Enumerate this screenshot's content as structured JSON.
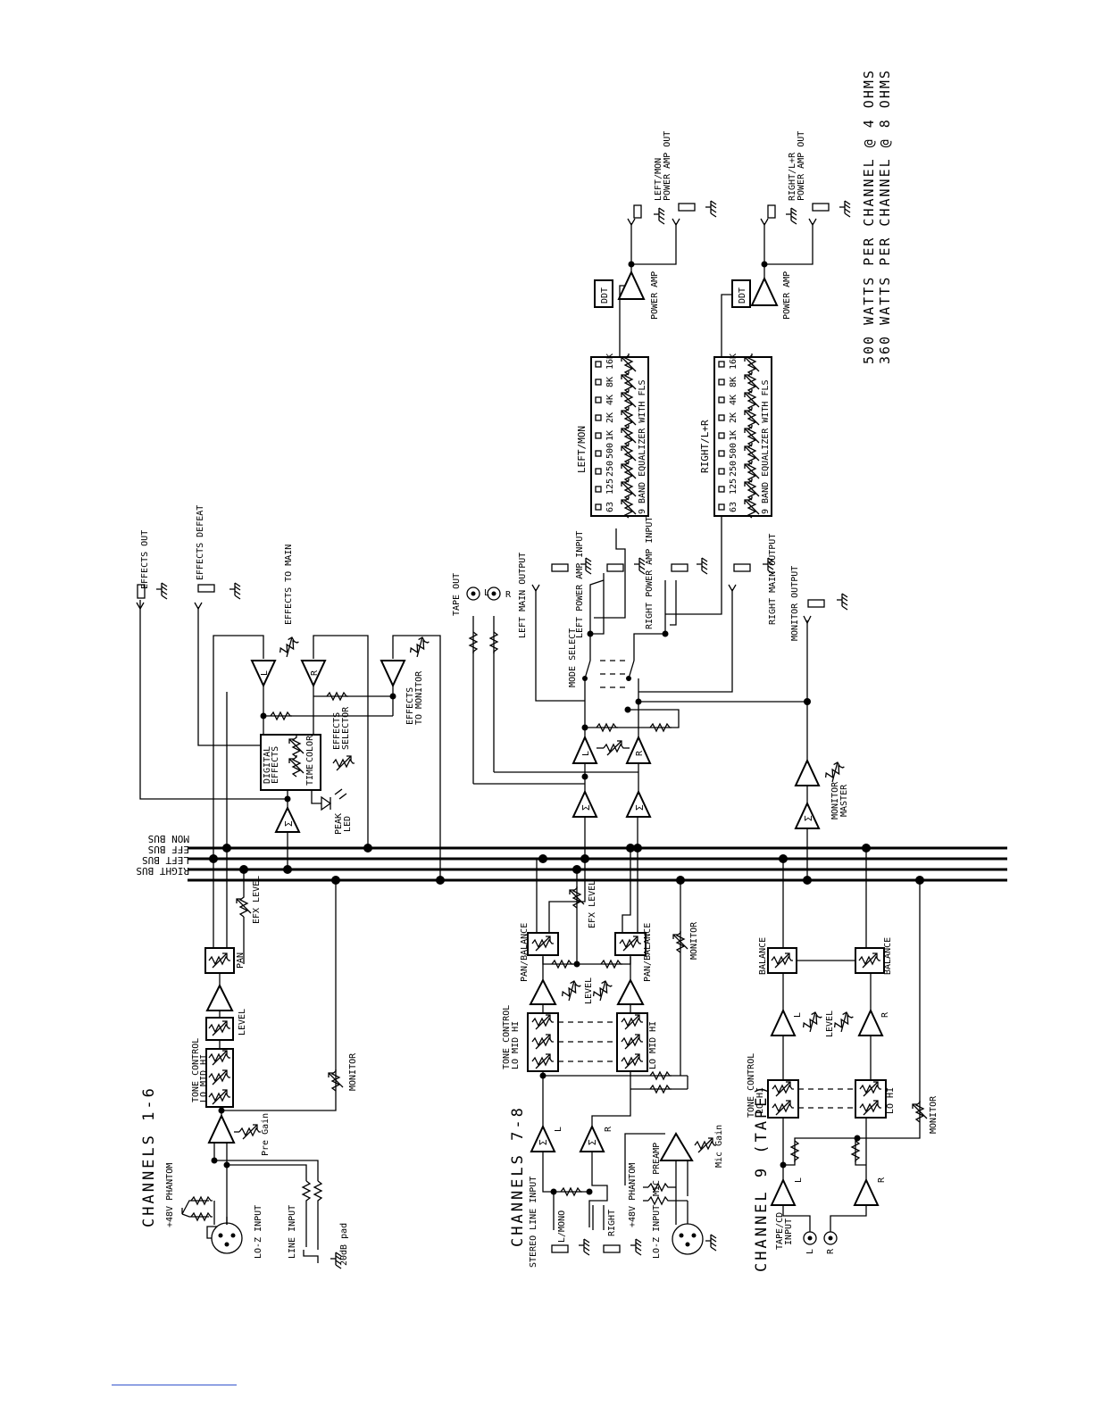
{
  "buses": [
    "RIGHT BUS",
    "LEFT BUS",
    "EFF BUS",
    "MON BUS"
  ],
  "sections": {
    "ch1_6": "CHANNELS 1-6",
    "ch7_8": "CHANNELS 7-8",
    "ch9": "CHANNEL 9 (TAPE)"
  },
  "ch1_6_labels": {
    "phantom": "+48V PHANTOM",
    "lo_z": "LO-Z INPUT",
    "line_input": "LINE INPUT",
    "pad": "20dB pad",
    "pre_gain": "Pre Gain",
    "tone_control": "TONE CONTROL",
    "tone_bands": "LO  MID  HI",
    "level": "LEVEL",
    "pan": "PAN",
    "monitor": "MONITOR",
    "efx_level": "EFX LEVEL"
  },
  "ch7_8_labels": {
    "stereo_line_input": "STEREO LINE INPUT",
    "l_mono": "L/MONO",
    "right": "RIGHT",
    "phantom": "+48V PHANTOM",
    "lo_z": "LO-Z INPUT",
    "mic_preamp": "MIC PREAMP",
    "mic_gain": "Mic Gain",
    "tone_control": "TONE CONTROL",
    "tone_bands_left": "LO  MID  HI",
    "tone_bands_right": "LO  MID  HI",
    "level": "LEVEL",
    "pan_balance_l": "PAN/BALANCE",
    "pan_balance_r": "PAN/BALANCE",
    "monitor": "MONITOR",
    "efx_level": "EFX LEVEL"
  },
  "ch9_labels": {
    "tape_cd": "TAPE/CD",
    "input": "INPUT",
    "l": "L",
    "r": "R",
    "tone_control": "TONE CONTROL",
    "tone_bands_left": "LO  HI",
    "tone_bands_right": "LO  HI",
    "level": "LEVEL",
    "balance_l": "BALANCE",
    "balance_r": "BALANCE",
    "monitor": "MONITOR"
  },
  "effects_labels": {
    "effects_out": "EFFECTS OUT",
    "effects_defeat": "EFFECTS DEFEAT",
    "effects_to_main": "EFFECTS TO MAIN",
    "effects_to_monitor": "EFFECTS",
    "effects_to_monitor_2": "TO MONITOR",
    "digital_effects": "DIGITAL",
    "digital_effects_2": "EFFECTS",
    "time": "TIME",
    "color": "COLOR",
    "effects_selector": "EFFECTS",
    "effects_selector_2": "SELECTOR",
    "peak_led": "PEAK",
    "peak_led_2": "LED"
  },
  "main_labels": {
    "tape_out": "TAPE OUT",
    "left_main_output": "LEFT MAIN OUTPUT",
    "left_power_amp_input": "LEFT POWER AMP INPUT",
    "right_power_amp_input": "RIGHT POWER AMP INPUT",
    "right_main_output": "RIGHT MAIN OUTPUT",
    "monitor_output": "MONITOR OUTPUT",
    "mode_select": "MODE SELECT",
    "monitor_master": "MONITOR",
    "monitor_master_2": "MASTER"
  },
  "eq": {
    "left_title": "LEFT/MON",
    "right_title": "RIGHT/L+R",
    "caption": "9 BAND EQUALIZER WITH FLS",
    "bands": [
      "63",
      "125",
      "250",
      "500",
      "1K",
      "2K",
      "4K",
      "8K",
      "16K"
    ]
  },
  "amps": {
    "ddt": "DDT",
    "power_amp": "POWER AMP",
    "left_out": "LEFT/MON",
    "right_out": "RIGHT/L+R",
    "power_amp_out": "POWER AMP OUT"
  },
  "ratings": [
    "500 WATTS PER CHANNEL @ 4 OHMS",
    "360 WATTS PER CHANNEL @ 8 OHMS"
  ]
}
